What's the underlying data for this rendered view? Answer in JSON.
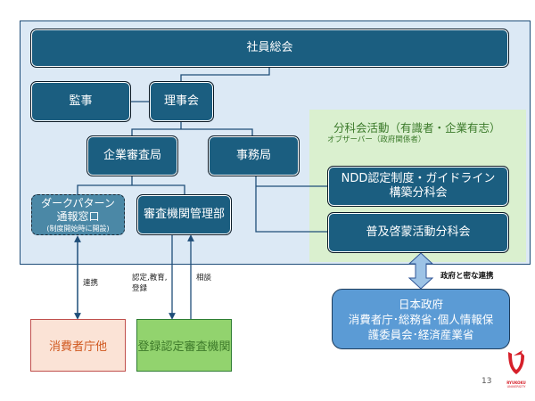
{
  "diagram": {
    "general_meeting": "社員総会",
    "auditor": "監事",
    "board": "理事会",
    "review_bureau": "企業審査局",
    "secretariat": "事務局",
    "dark_pattern_desk": {
      "line1": "ダークパターン",
      "line2": "通報窓口",
      "note": "(制度開始時に開設)"
    },
    "review_org_dept": "審査機関管理部",
    "subcommittee_panel": {
      "title": "分科会活動（有識者・企業有志）",
      "subtitle": "オブザーバー（政府関係者）"
    },
    "ndd_subcommittee": {
      "line1": "NDD認定制度・ガイドライン",
      "line2": "構築分科会"
    },
    "outreach_subcommittee": "普及啓蒙活動分科会",
    "consumer_agency": "消費者庁他",
    "registered_body": "登録認定審査機関",
    "government": {
      "line1": "日本政府",
      "line2": "消費者庁･総務省･個人情報保",
      "line3": "護委員会･経済産業省"
    },
    "edge_labels": {
      "cooperation": "連携",
      "certification_line1": "認定,教育,",
      "certification_line2": "登録",
      "consultation": "相談",
      "gov_cooperation": "政府と密な連携"
    }
  },
  "footer": {
    "page_number": "13",
    "logo_text_line1": "RYUKOKU",
    "logo_text_line2": "UNIVERSITY"
  },
  "colors": {
    "node_fill": "#1b5e80",
    "panel_fill": "#dce9f5",
    "green_panel": "#daf0cf",
    "consumer_fill": "#fbe3d6",
    "registry_fill": "#92d36e",
    "gov_fill": "#5b9bd5",
    "logo_red": "#d6202a"
  }
}
